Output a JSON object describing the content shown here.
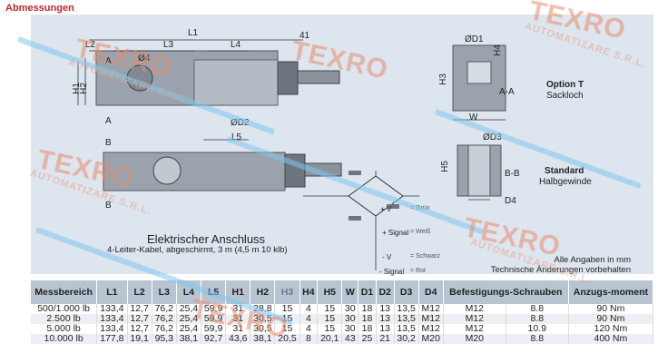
{
  "page": {
    "title": "Abmessungen"
  },
  "drawing": {
    "dims": {
      "l1": "L1",
      "l2": "L2",
      "l3": "L3",
      "l4": "L4",
      "l5": "L5",
      "h1": "H1",
      "h2": "H2",
      "h3": "H3",
      "h4": "H4",
      "h5": "H5",
      "d1": "ØD1",
      "d2": "ØD2",
      "d3": "ØD3",
      "d4": "D4",
      "phi4": "Ø4",
      "w": "W",
      "len41": "41",
      "a": "A",
      "b": "B",
      "aa": "A-A",
      "bb": "B-B"
    },
    "option_t": {
      "title": "Option T",
      "subtitle": "Sackloch"
    },
    "standard": {
      "title": "Standard",
      "subtitle": "Halbgewinde"
    }
  },
  "wiring": {
    "heading": "Elektrischer Anschluss",
    "subheading": "4-Leiter-Kabel, abgeschirmt, 3 m (4,5 m 10 klb)",
    "lines": [
      {
        "label": "+ V",
        "color": "= Grün"
      },
      {
        "label": "+ Signal",
        "color": "= Weiß"
      },
      {
        "label": "- V",
        "color": "= Schwarz"
      },
      {
        "label": "- Signal",
        "color": "= Rot"
      }
    ]
  },
  "notes": {
    "line1": "Alle Angaben in mm",
    "line2": "Technische Änderungen vorbehalten"
  },
  "table": {
    "headers": [
      "Messbereich",
      "L1",
      "L2",
      "L3",
      "L4",
      "L5",
      "H1",
      "H2",
      "H3",
      "H4",
      "H5",
      "W",
      "D1",
      "D2",
      "D3",
      "D4",
      "Befestigungs-Schrauben",
      "Anzugs-moment"
    ],
    "rows": [
      [
        "500/1.000 lb",
        "133,4",
        "12,7",
        "76,2",
        "25,4",
        "59,9",
        "31",
        "28,8",
        "15",
        "4",
        "15",
        "30",
        "18",
        "13",
        "13,5",
        "M12",
        "M12",
        "8.8",
        "90 Nm"
      ],
      [
        "2.500 lb",
        "133,4",
        "12,7",
        "76,2",
        "25,4",
        "59,9",
        "31",
        "30,5",
        "15",
        "4",
        "15",
        "30",
        "18",
        "13",
        "13,5",
        "M12",
        "M12",
        "8.8",
        "90 Nm"
      ],
      [
        "5.000 lb",
        "133,4",
        "12,7",
        "76,2",
        "25,4",
        "59,9",
        "31",
        "30,5",
        "15",
        "4",
        "15",
        "30",
        "18",
        "13",
        "13,5",
        "M12",
        "M12",
        "10.9",
        "120 Nm"
      ],
      [
        "10.000 lb",
        "177,8",
        "19,1",
        "95,3",
        "38,1",
        "92,7",
        "43,6",
        "38,1",
        "20,5",
        "8",
        "20,1",
        "43",
        "25",
        "21",
        "30,2",
        "M20",
        "M20",
        "8.8",
        "400 Nm"
      ]
    ]
  },
  "watermark": {
    "brand": "TEXRO",
    "sub": "AUTOMATIZARE S.R.L."
  },
  "colors": {
    "title": "#c0272d",
    "panel": "#dde5ef",
    "header": "#b8c4d2",
    "watermark": "#e88d6a",
    "stripe": "#7fc6ec"
  }
}
